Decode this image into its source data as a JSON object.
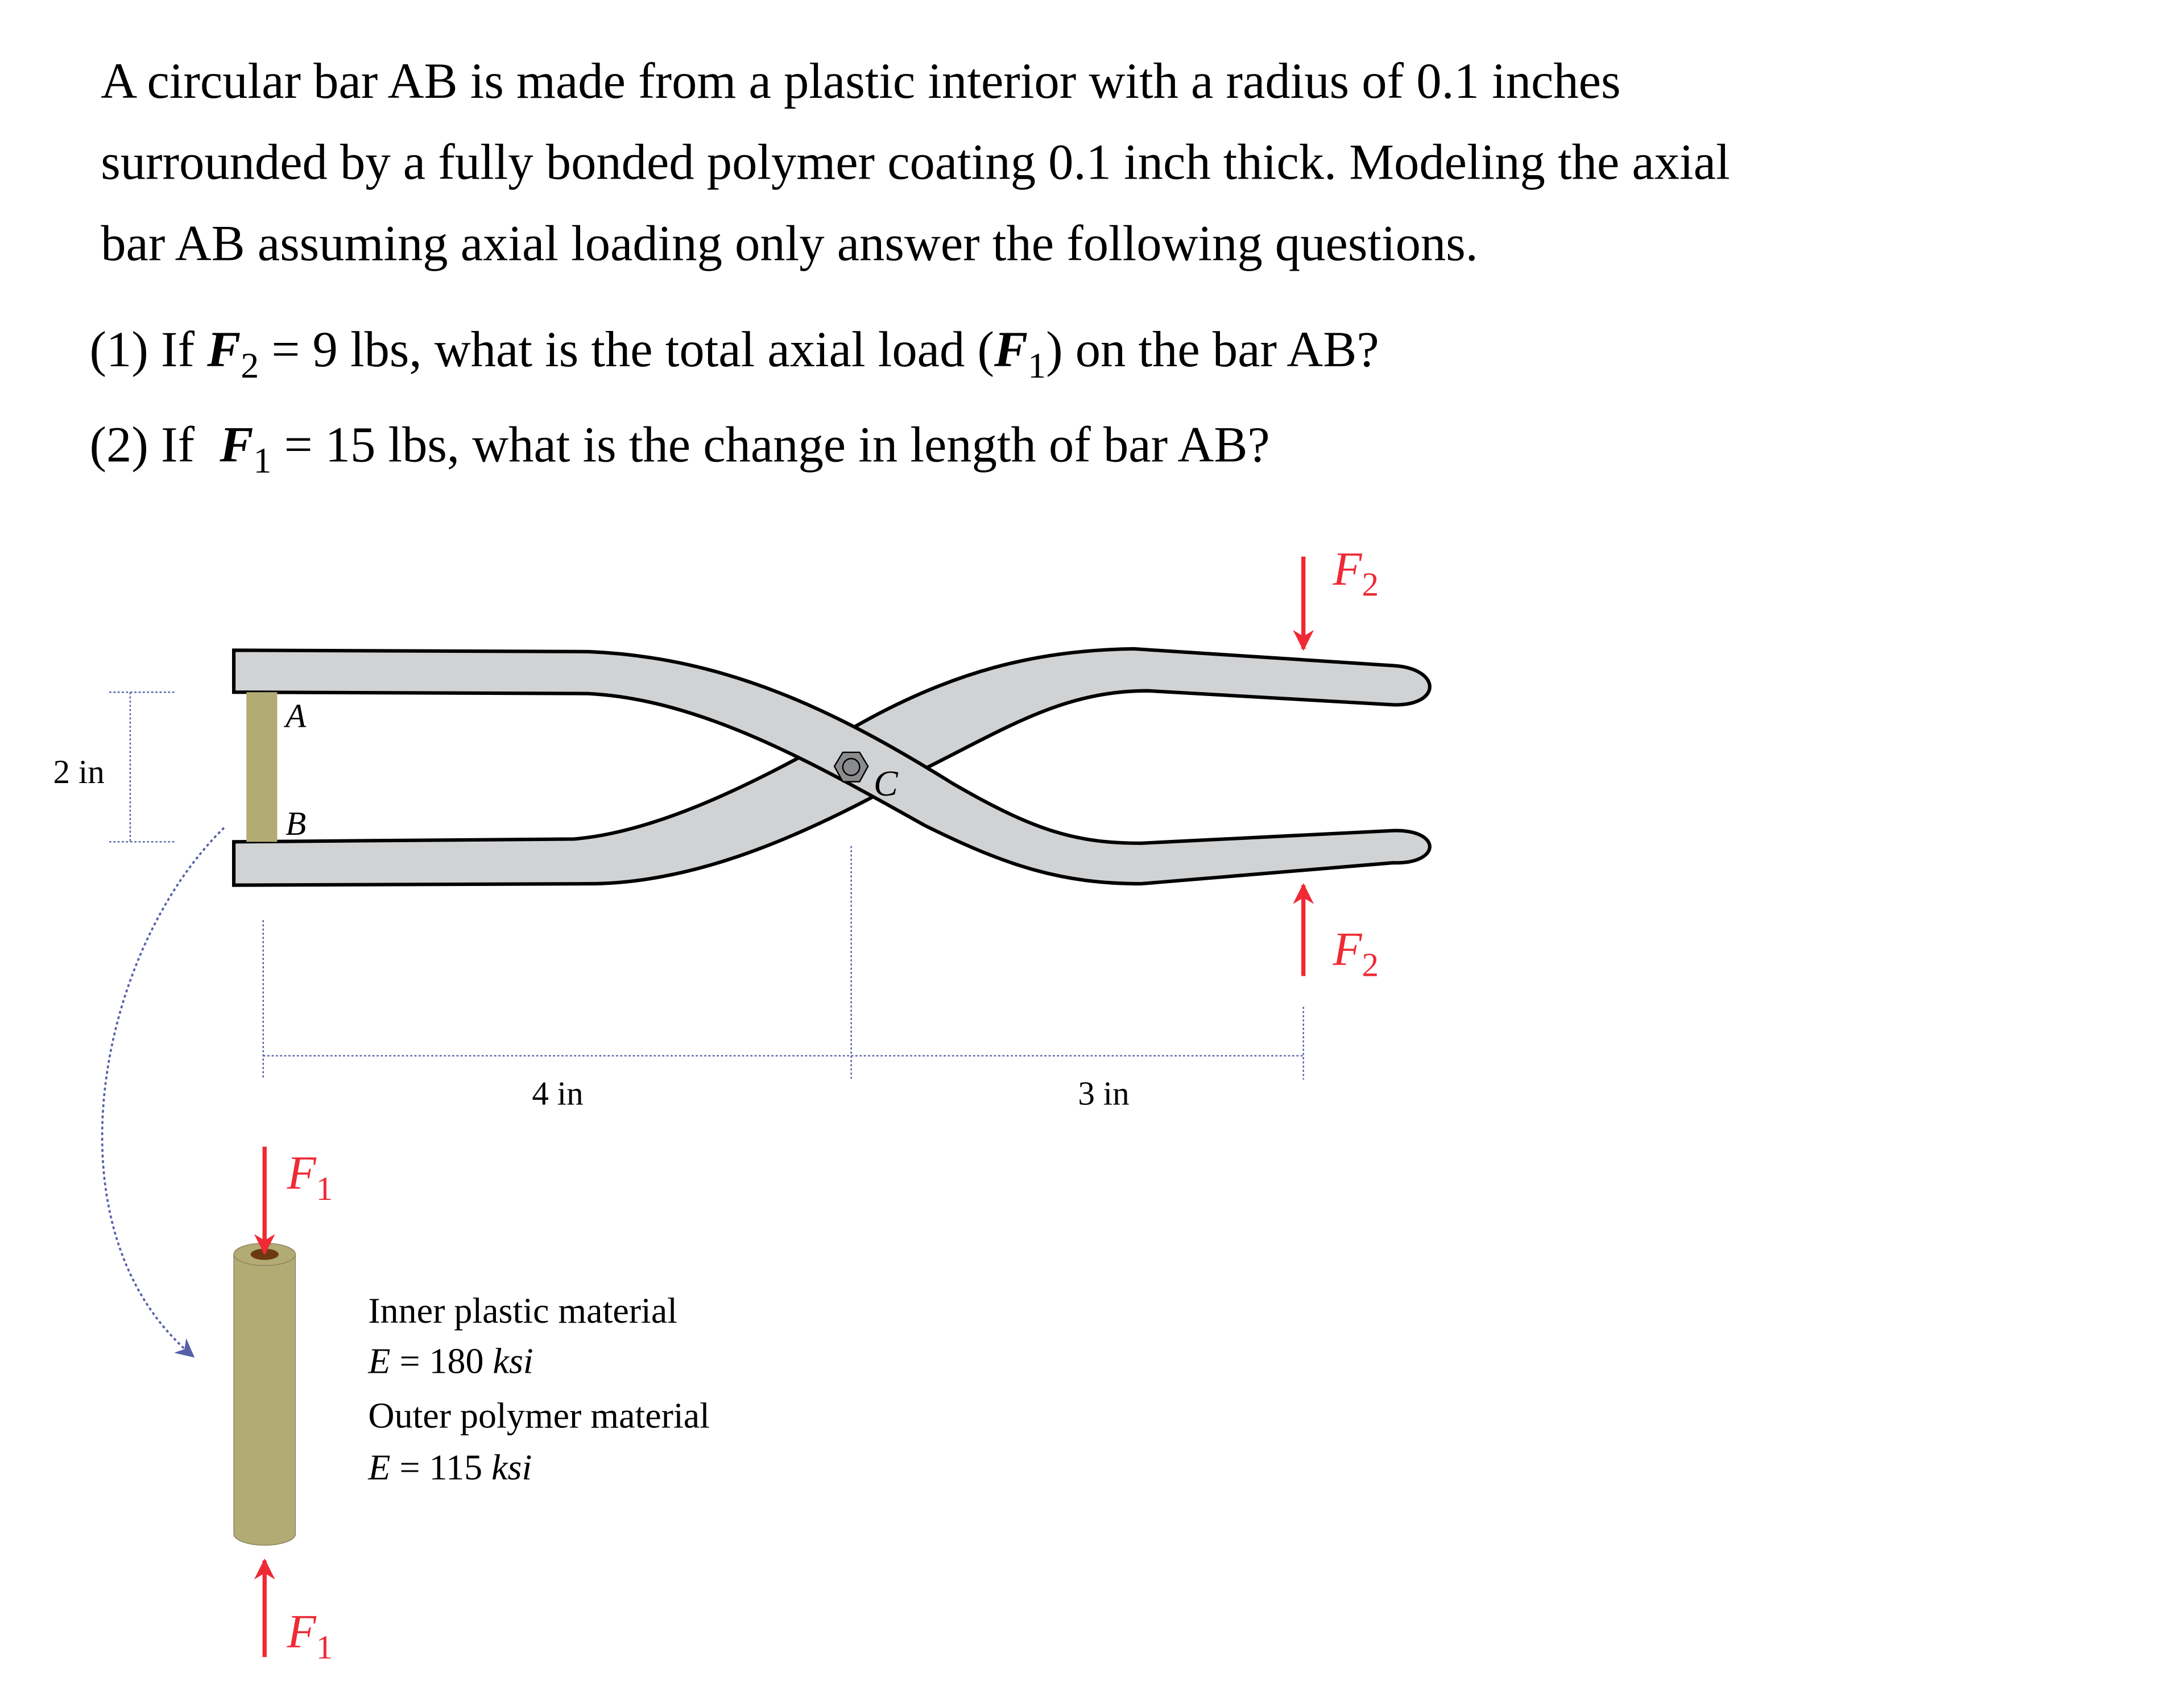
{
  "problem": {
    "lines": [
      "A circular bar AB is made from a plastic interior with a radius of 0.1 inches",
      "surrounded by a fully bonded polymer coating 0.1 inch thick.  Modeling the axial",
      "bar AB assuming axial loading only answer the following questions."
    ],
    "q1": {
      "pre": "(1) If ",
      "var": "F",
      "sub": "2",
      "mid": " = 9 lbs, what is the total axial load (",
      "var2": "F",
      "sub2": "1",
      "post": ") on the bar AB?"
    },
    "q2": {
      "pre": "(2) If  ",
      "var": "F",
      "sub": "1",
      "post": " = 15 lbs, what is the change in length of bar AB?"
    }
  },
  "diagram": {
    "point_a": "A",
    "point_b": "B",
    "point_c": "C",
    "dim_height": "2 in",
    "dim_left": "4 in",
    "dim_right": "3 in",
    "force_top": {
      "var": "F",
      "sub": "2"
    },
    "force_bottom": {
      "var": "F",
      "sub": "2"
    },
    "bar_force_top": {
      "var": "F",
      "sub": "1"
    },
    "bar_force_bottom": {
      "var": "F",
      "sub": "1"
    }
  },
  "materials": {
    "inner_label": "Inner plastic material",
    "inner_e_var": "E",
    "inner_e_value": " = 180 ",
    "inner_e_unit": "ksi",
    "outer_label": "Outer polymer material",
    "outer_e_var": "E",
    "outer_e_value": " = 115 ",
    "outer_e_unit": "ksi"
  },
  "colors": {
    "force": "#ee2a35",
    "pliers": "#d1d2d4",
    "bar": "#b3ab74",
    "inner_core": "#6b3a12",
    "dimension": "#5560a8"
  }
}
